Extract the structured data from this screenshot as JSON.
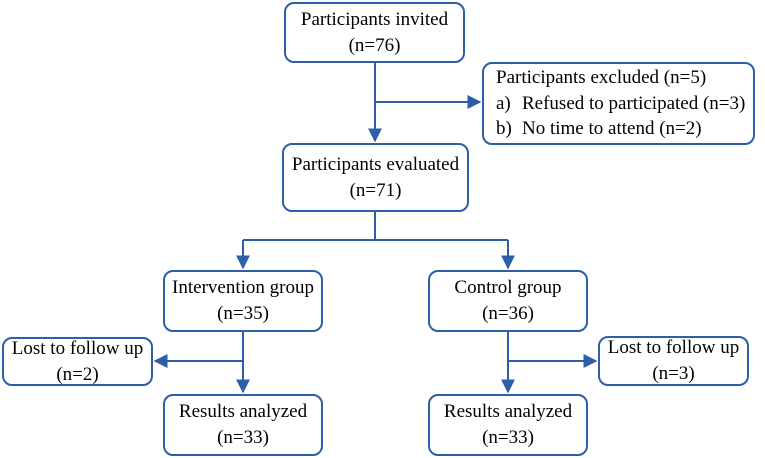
{
  "colors": {
    "border": "#2e5ea7",
    "arrow": "#2e5ea7",
    "text": "#000000"
  },
  "nodes": {
    "invited": {
      "title": "Participants invited",
      "count": "(n=76)"
    },
    "excluded": {
      "title": "Participants excluded (n=5)",
      "items": [
        {
          "marker": "a)",
          "text": "Refused to participated (n=3)"
        },
        {
          "marker": "b)",
          "text": "No time to attend (n=2)"
        }
      ]
    },
    "evaluated": {
      "title": "Participants evaluated",
      "count": "(n=71)"
    },
    "intervention": {
      "title": "Intervention group",
      "count": "(n=35)"
    },
    "control": {
      "title": "Control group",
      "count": "(n=36)"
    },
    "lost_left": {
      "title": "Lost to follow up",
      "count": "(n=2)"
    },
    "lost_right": {
      "title": "Lost to follow up",
      "count": "(n=3)"
    },
    "analyzed_left": {
      "title": "Results analyzed",
      "count": "(n=33)"
    },
    "analyzed_right": {
      "title": "Results analyzed",
      "count": "(n=33)"
    }
  }
}
